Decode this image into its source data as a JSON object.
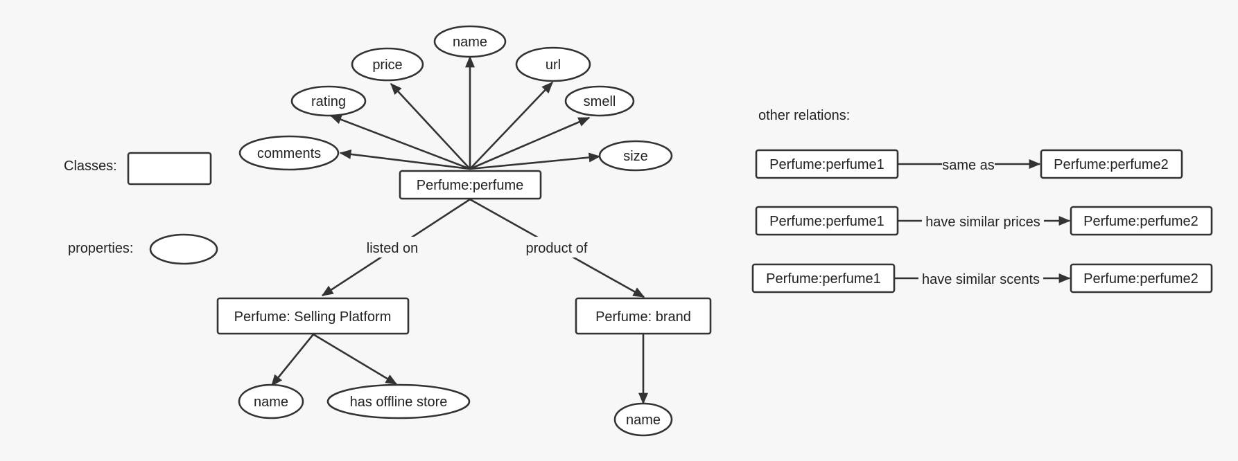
{
  "legend": {
    "classes_label": "Classes:",
    "properties_label": "properties:"
  },
  "main": {
    "perfume_class": "Perfume:perfume",
    "properties": {
      "comments": "comments",
      "rating": "rating",
      "price": "price",
      "name": "name",
      "url": "url",
      "smell": "smell",
      "size": "size"
    },
    "relations": {
      "listed_on": "listed on",
      "product_of": "product of"
    },
    "platform_class": "Perfume: Selling Platform",
    "brand_class": "Perfume: brand",
    "platform_properties": {
      "name": "name",
      "offline_store": "has offline store"
    },
    "brand_properties": {
      "name": "name"
    }
  },
  "other_relations": {
    "heading": "other relations:",
    "rows": [
      {
        "from": "Perfume:perfume1",
        "relation": "same as",
        "to": "Perfume:perfume2"
      },
      {
        "from": "Perfume:perfume1",
        "relation": "have similar prices",
        "to": "Perfume:perfume2"
      },
      {
        "from": "Perfume:perfume1",
        "relation": "have similar scents",
        "to": "Perfume:perfume2"
      }
    ]
  },
  "colors": {
    "background": "#f7f7f7",
    "stroke": "#333333",
    "fill": "#ffffff",
    "text": "#222222"
  }
}
